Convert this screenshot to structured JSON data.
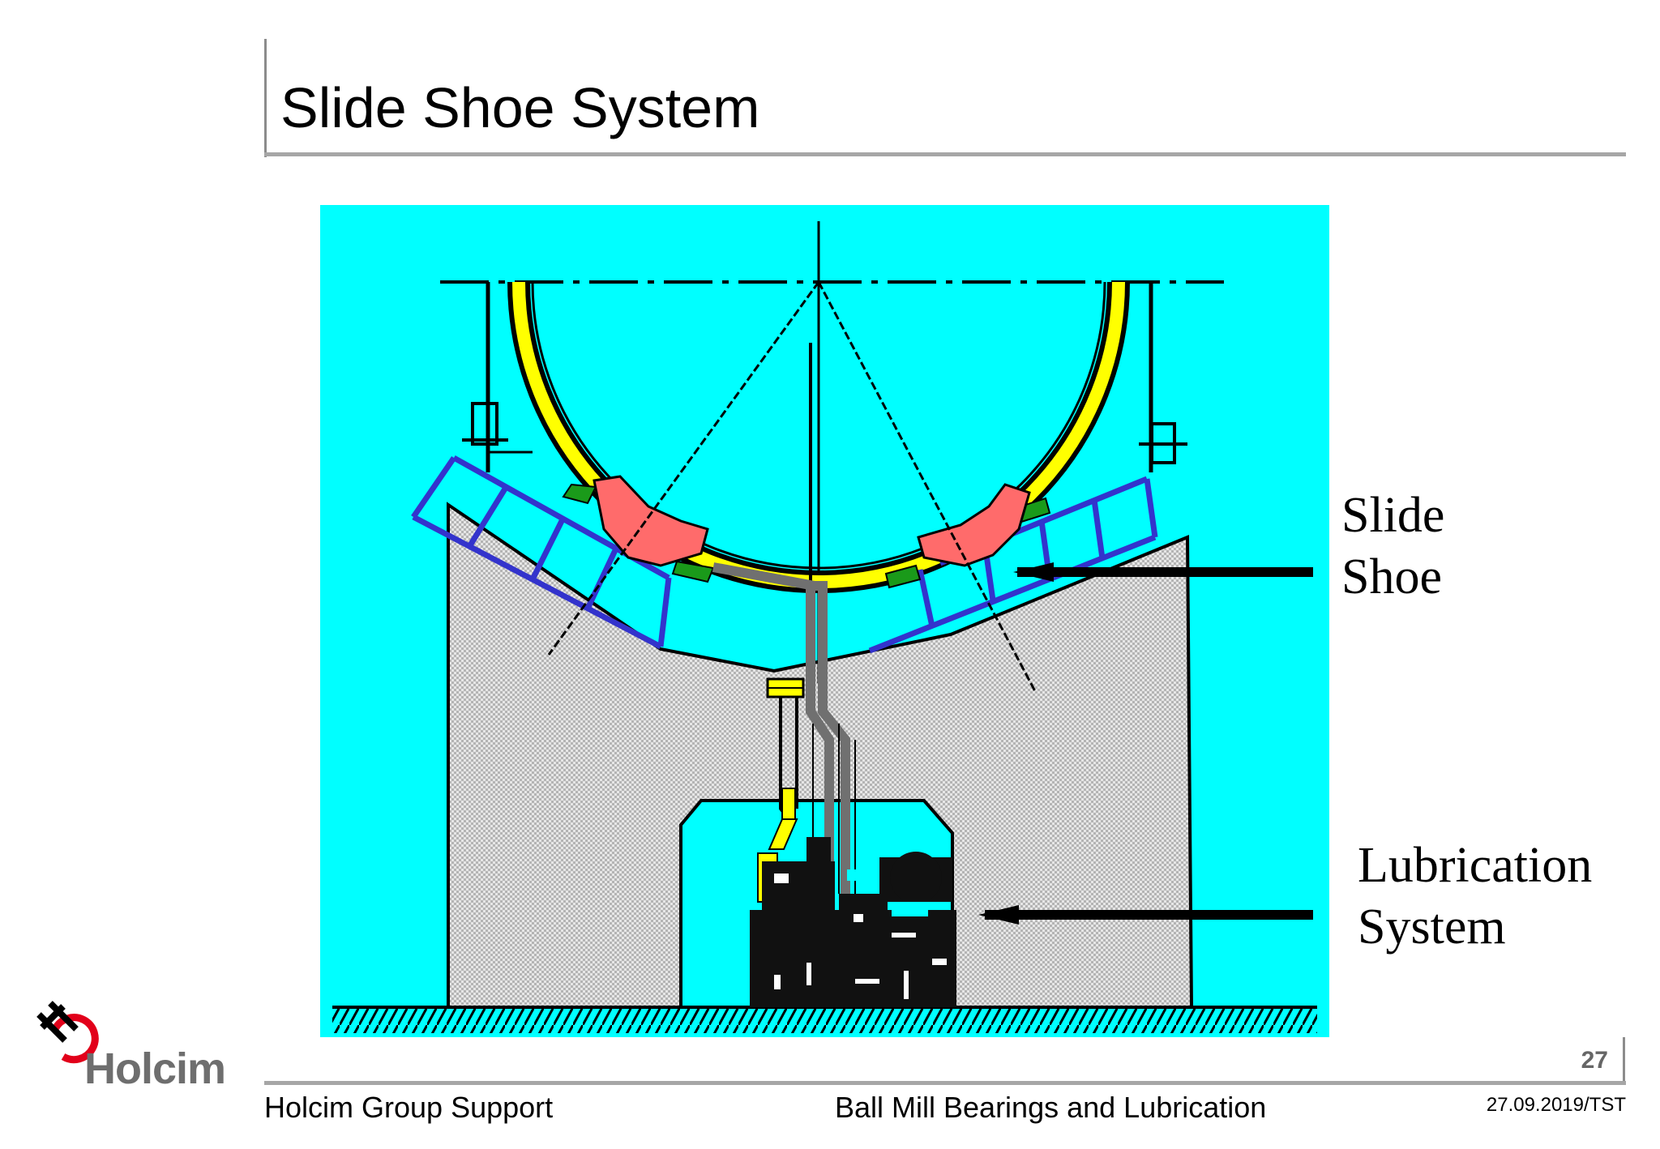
{
  "slide": {
    "title": "Slide Shoe System"
  },
  "diagram": {
    "labels": {
      "slide_shoe": [
        "Slide",
        "Shoe"
      ],
      "lubrication_system": [
        "Lubrication",
        "System"
      ]
    },
    "colors": {
      "background": "#00ffff",
      "foundation": "#d4d4d4",
      "ring": "#ffff00",
      "shoe": "#ff6b6b",
      "frame": "#3333cc",
      "pad": "#1a9a1a",
      "pipe": "#707070"
    }
  },
  "logo": {
    "text": "Holcim",
    "icon": "holcim-logo-icon"
  },
  "footer": {
    "page_number": "27",
    "left": "Holcim Group Support",
    "center": "Ball Mill Bearings and Lubrication",
    "right": "27.09.2019/TST"
  }
}
